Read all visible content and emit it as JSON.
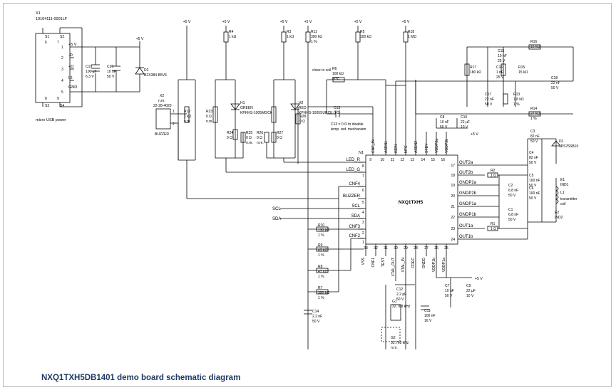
{
  "caption": "NXQ1TXH5DB1401 demo board schematic diagram",
  "ic": {
    "ref": "N1",
    "name": "NXQ1TXH5"
  },
  "ic_left_pins": [
    {
      "num": "8",
      "label": "LED_R"
    },
    {
      "num": "7",
      "label": "LED_G"
    },
    {
      "num": "6",
      "label": "CNF4"
    },
    {
      "num": "5",
      "label": "BUZZER"
    },
    {
      "num": "4",
      "label": "SCL"
    },
    {
      "num": "3",
      "label": "SDA"
    },
    {
      "num": "2",
      "label": "CNF3"
    },
    {
      "num": "1",
      "label": "CNF2"
    }
  ],
  "ic_top_pins": [
    {
      "num": "9",
      "label": "CNF_IN"
    },
    {
      "num": "10",
      "label": "ASEN1"
    },
    {
      "num": "11",
      "label": "ISEN"
    },
    {
      "num": "12",
      "label": "NTC"
    },
    {
      "num": "13",
      "label": "ASEN2"
    },
    {
      "num": "14",
      "label": "STBY"
    },
    {
      "num": "15",
      "label": "VDDP2a"
    },
    {
      "num": "16",
      "label": "VDDP2b"
    }
  ],
  "ic_right_pins": [
    {
      "num": "17",
      "label": "OUT2a"
    },
    {
      "num": "18",
      "label": "OUT2b"
    },
    {
      "num": "19",
      "label": "GNDP2a"
    },
    {
      "num": "20",
      "label": "GNDP2b"
    },
    {
      "num": "21",
      "label": "GNDP1a"
    },
    {
      "num": "22",
      "label": "GNDP1b"
    },
    {
      "num": "23",
      "label": "OUT1a"
    },
    {
      "num": "24",
      "label": "OUT1b"
    }
  ],
  "ic_bottom_pins": [
    {
      "num": "33",
      "label": "VSS"
    },
    {
      "num": "32",
      "label": "CNF1"
    },
    {
      "num": "31",
      "label": "TEST"
    },
    {
      "num": "30",
      "label": "XTAL_OUT"
    },
    {
      "num": "29",
      "label": "XTAL_IN"
    },
    {
      "num": "28",
      "label": "CDEC"
    },
    {
      "num": "27",
      "label": "GNDD"
    },
    {
      "num": "26",
      "label": "VDDP1b"
    },
    {
      "num": "25",
      "label": "VDDP1a"
    }
  ],
  "supply": "+5 V",
  "usb": {
    "ref": "X1",
    "part": "10104111-0001LF",
    "desc": "micro USB power",
    "pins": [
      "S1",
      "S2",
      "6",
      "7",
      "1",
      "2",
      "3",
      "4",
      "5",
      "8",
      "9",
      "S3",
      "S4"
    ],
    "signals": [
      "+5 V",
      "-D",
      "+D",
      "ID",
      "GND"
    ]
  },
  "buzzer": {
    "ref": "X2",
    "l1": "n.m.",
    "l2": "22-28-4020",
    "label": "BUZZER",
    "pin1": "1",
    "pin2": "2"
  },
  "parts": [
    {
      "ref": "C19",
      "v1": "100 µF",
      "v2": "6.3 V"
    },
    {
      "ref": "C20",
      "v1": "10 nF",
      "v2": "50 V"
    },
    {
      "ref": "D2",
      "v1": "BZX384-B5V6"
    },
    {
      "ref": "R12",
      "v1": "1 kΩ",
      "v2": "n.m."
    },
    {
      "ref": "R23",
      "v1": "0 Ω",
      "v2": "n.m."
    },
    {
      "ref": "R4",
      "v1": "1 kΩ"
    },
    {
      "ref": "H1",
      "v1": "GREEN",
      "v2": "KPHHS-1005MGCK"
    },
    {
      "ref": "R24",
      "v1": "0 Ω"
    },
    {
      "ref": "R25",
      "v1": "0 Ω",
      "v2": "n.m."
    },
    {
      "ref": "R3",
      "v1": "1 kΩ"
    },
    {
      "ref": "H2",
      "v1": "RED",
      "v2": "KPHHS-1005SURCK"
    },
    {
      "ref": "R26",
      "v1": "0 Ω",
      "v2": "n.m."
    },
    {
      "ref": "R27",
      "v1": "0 Ω"
    },
    {
      "ref": "R28",
      "v1": "0 Ω"
    },
    {
      "ref": "R11",
      "v1": "390 kΩ",
      "v2": "1 %"
    },
    {
      "ref": "R5",
      "v1": "100 kΩ"
    },
    {
      "ref": "R6",
      "v1": "100 kΩ",
      "v2": "NTC"
    },
    {
      "ref": "R18",
      "v1": "1 MΩ"
    },
    {
      "ref": "C13",
      "v1": "0 Ω"
    },
    {
      "ref": "C8",
      "v1": "10 nF",
      "v2": "50 V"
    },
    {
      "ref": "C10",
      "v1": "22 µF",
      "v2": "10 V"
    },
    {
      "ref": "C15",
      "v1": "10 nF",
      "v2": "25 V"
    },
    {
      "ref": "R16",
      "v1": "15 kΩ"
    },
    {
      "ref": "R17",
      "v1": "180 kΩ"
    },
    {
      "ref": "C16",
      "v1": "1 nF",
      "v2": "25 V"
    },
    {
      "ref": "R15",
      "v1": "15 kΩ"
    },
    {
      "ref": "C18",
      "v1": "22 nF",
      "v2": "50 V"
    },
    {
      "ref": "C17",
      "v1": "22 nF",
      "v2": "50 V"
    },
    {
      "ref": "R13",
      "v1": "1.8 kΩ",
      "v2": "1 %"
    },
    {
      "ref": "R14",
      "v1": "27 kΩ",
      "v2": "1 %"
    },
    {
      "ref": "C3",
      "v1": "82 nF",
      "v2": "50 V"
    },
    {
      "ref": "D1",
      "v1": "1PS76SB10"
    },
    {
      "ref": "C4",
      "v1": "82 nF",
      "v2": "50 V"
    },
    {
      "ref": "C5",
      "v1": "100 nF",
      "v2": "50 V"
    },
    {
      "ref": "C6",
      "v1": "100 nF",
      "v2": "50 V"
    },
    {
      "ref": "R2",
      "v1": "1 Ω"
    },
    {
      "ref": "C2",
      "v1": "6.8 nF",
      "v2": "50 V"
    },
    {
      "ref": "C1",
      "v1": "6.8 nF",
      "v2": "50 V"
    },
    {
      "ref": "R1",
      "v1": "1 Ω"
    },
    {
      "ref": "R10",
      "v1": "130 kΩ",
      "v2": "1 %"
    },
    {
      "ref": "R9",
      "v1": "43 kΩ",
      "v2": "1 %"
    },
    {
      "ref": "R8",
      "v1": "47 kΩ",
      "v2": "1 %"
    },
    {
      "ref": "R7",
      "v1": "390 kΩ",
      "v2": "1 %"
    },
    {
      "ref": "C14",
      "v1": "2.2 nF",
      "v2": "50 V"
    },
    {
      "ref": "C12",
      "v1": "2.2 pF",
      "v2": "50 V"
    },
    {
      "ref": "G1",
      "v1": "32.768 kHz"
    },
    {
      "ref": "G2",
      "v1": "32.768 kHz",
      "v2": "n.m."
    },
    {
      "ref": "C11",
      "v1": "100 nF",
      "v2": "16 V"
    },
    {
      "ref": "C7",
      "v1": "10 nF",
      "v2": "50 V"
    },
    {
      "ref": "C9",
      "v1": "22 µF",
      "v2": "10 V"
    }
  ],
  "coil": {
    "ref1": "E1",
    "pad1": "IND1",
    "ref2": "L1",
    "text1": "transmitter",
    "text2": "coil",
    "ref3": "E2",
    "pad2": "IND2"
  },
  "notes": {
    "close_to_coil": "close to coil",
    "temp1": "C13 = 0 Ω to disable",
    "temp2": "temp. red. mechanism"
  },
  "colors": {
    "line": "#000000",
    "caption": "#1f3a64",
    "frame": "#b8b8b8"
  }
}
